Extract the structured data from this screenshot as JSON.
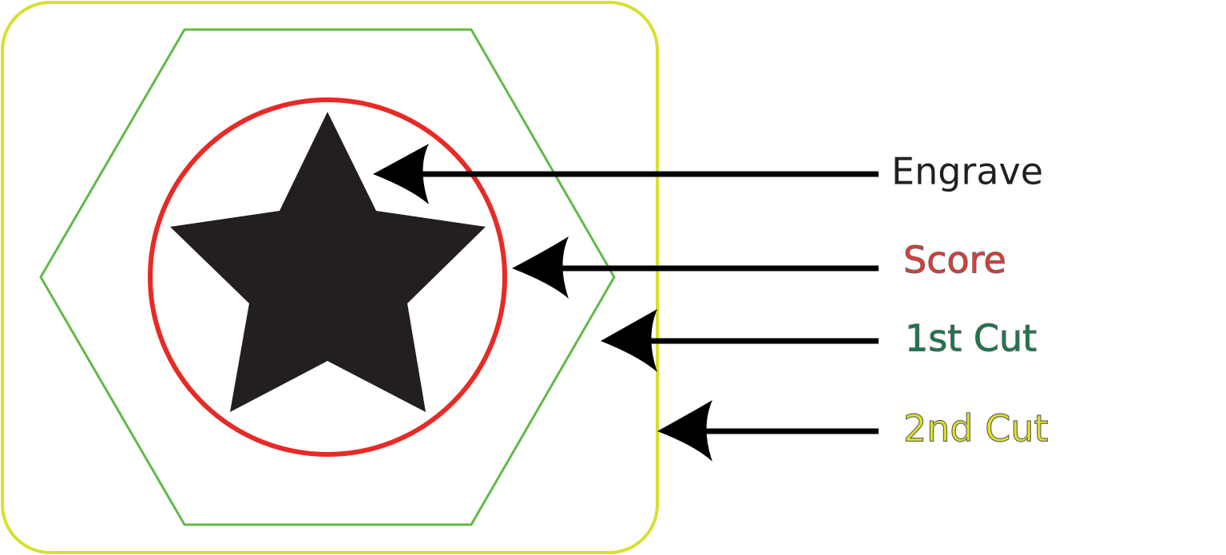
{
  "labels": {
    "engrave": {
      "text": "Engrave",
      "color": "#231f20"
    },
    "score": {
      "text": "Score",
      "color": "#e8372f"
    },
    "first_cut": {
      "text": "1st Cut",
      "color": "#137a4a"
    },
    "second_cut": {
      "text": "2nd Cut",
      "color": "#e3e31e"
    }
  },
  "colors": {
    "star_fill": "#231f20",
    "score_stroke": "#e82a26",
    "hexagon_stroke": "#63b946",
    "outer_stroke": "#d7e030",
    "arrow": "#000000",
    "label_outline": "#666666"
  }
}
